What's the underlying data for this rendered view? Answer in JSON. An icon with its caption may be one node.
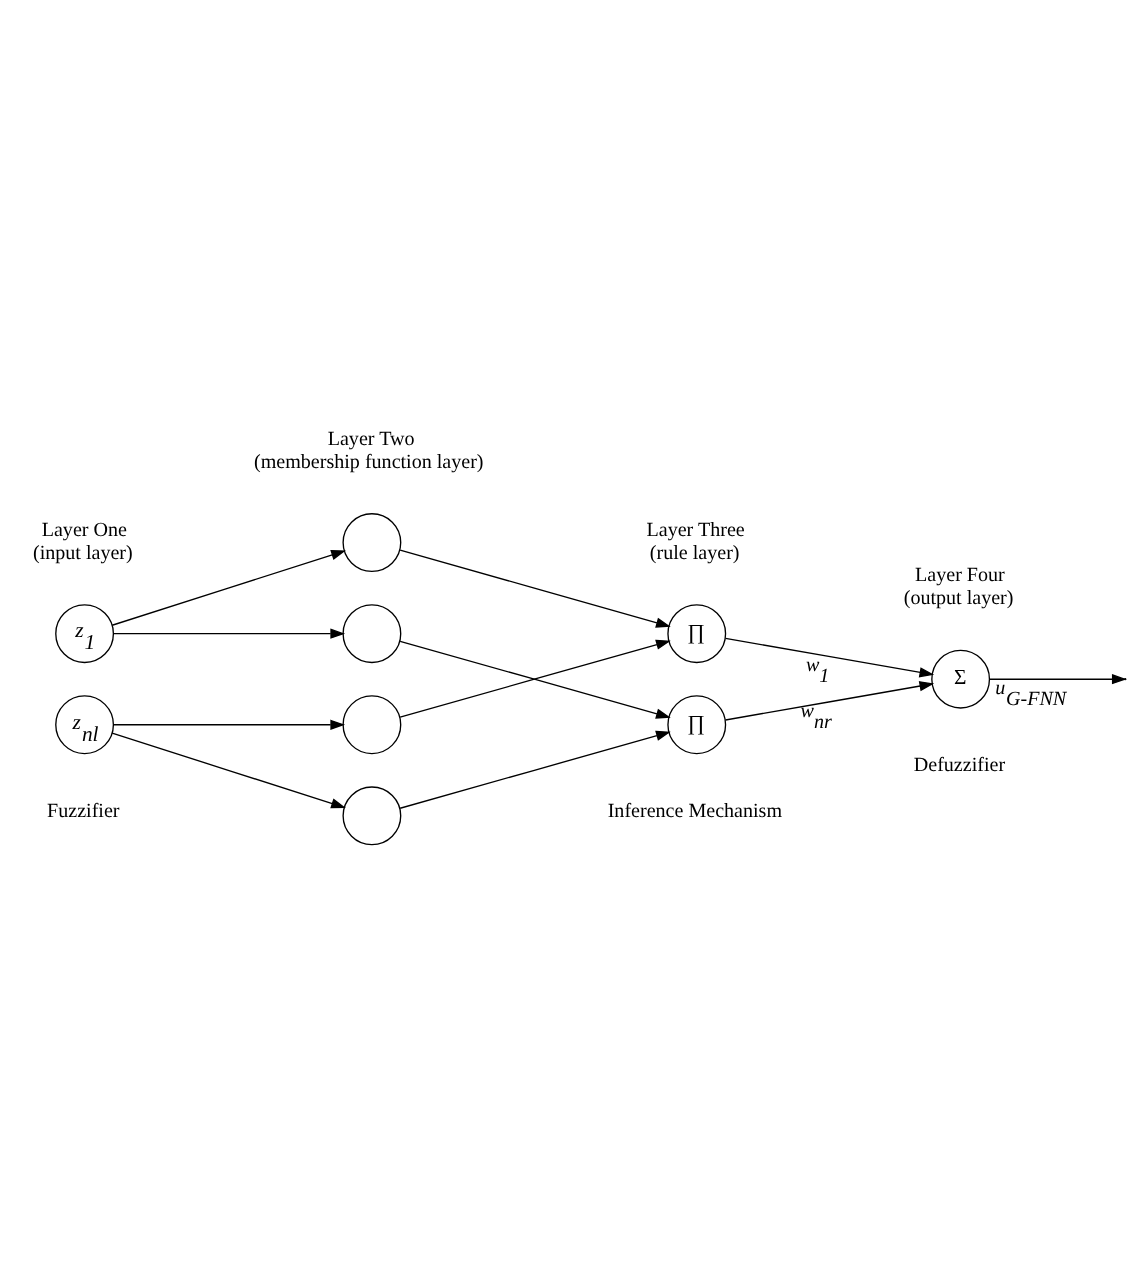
{
  "diagram": {
    "nodes": [
      {
        "text": [
          "z$_{1}$"
        ]
      },
      {
        "text": [
          "z$_{nl}$"
        ]
      },
      {
        "text": [],
        "shape": "circle"
      },
      {
        "text": [],
        "shape": "circle"
      },
      {
        "text": [],
        "shape": "circle"
      },
      {
        "text": [],
        "shape": "circle"
      },
      {
        "text": [
          "∏"
        ]
      },
      {
        "text": [
          "∏"
        ]
      },
      {
        "text": [
          "Σ"
        ]
      }
    ],
    "edges": [
      {
        "from": 0,
        "to": 2,
        "arrow": "to"
      },
      {
        "from": 0,
        "to": 3,
        "arrow": "to"
      },
      {
        "from": 1,
        "to": 4,
        "arrow": "to"
      },
      {
        "from": 1,
        "to": 5,
        "arrow": "to"
      },
      {
        "from": 2,
        "to": 6,
        "arrow": "to"
      },
      {
        "from": 3,
        "to": 7,
        "arrow": "to"
      },
      {
        "from": 4,
        "to": 6,
        "arrow": "to"
      },
      {
        "from": 5,
        "to": 7,
        "arrow": "to"
      },
      {
        "from": 6,
        "to": 8,
        "arrow": "to",
        "label": "w$_{1}$"
      },
      {
        "from": 7,
        "to": 8,
        "arrow": "to",
        "label": "w$_{nr}$"
      },
      {
        "from": 8,
        "to": null,
        "arrow": "to",
        "label": "u$_{G-FNN}$"
      }
    ],
    "labels": [
      "Layer One (input layer)",
      "Layer Two (membership function layer)",
      "Layer Three (rule layer)",
      "Layer Four (output layer)",
      "Fuzzifier",
      "Inference Mechanism",
      "Defuzzifier"
    ]
  }
}
